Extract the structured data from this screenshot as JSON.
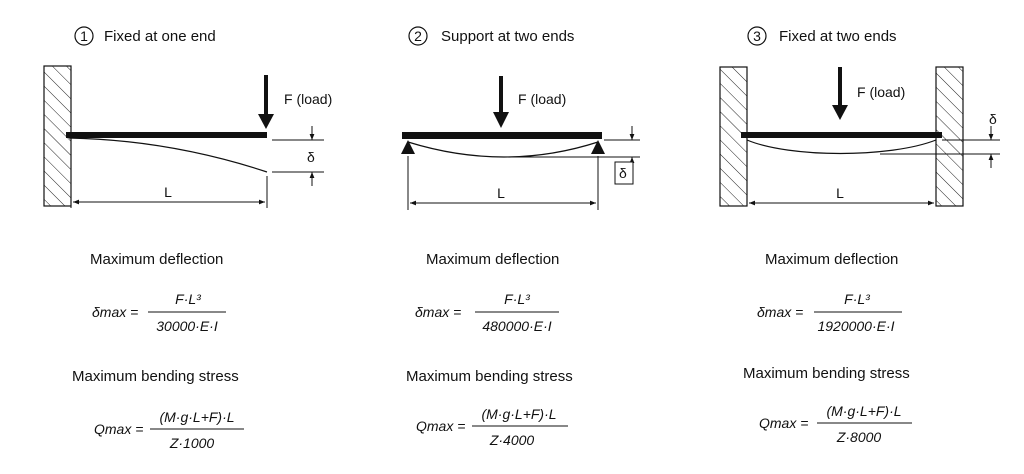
{
  "panels": [
    {
      "number": "1",
      "title": "Fixed at one end",
      "load_label": "F (load)",
      "deflection_symbol": "δ",
      "length_label": "L",
      "deflection_heading": "Maximum deflection",
      "deflection_lhs": "δmax =",
      "deflection_num": "F·L³",
      "deflection_den": "30000·E·I",
      "stress_heading": "Maximum bending stress",
      "stress_lhs": "Qmax =",
      "stress_num": "(M·g·L+F)·L",
      "stress_den": "Z·1000"
    },
    {
      "number": "2",
      "title": "Support at two ends",
      "load_label": "F (load)",
      "deflection_symbol": "δ",
      "length_label": "L",
      "deflection_heading": "Maximum deflection",
      "deflection_lhs": "δmax =",
      "deflection_num": "F·L³",
      "deflection_den": "480000·E·I",
      "stress_heading": "Maximum bending stress",
      "stress_lhs": "Qmax =",
      "stress_num": "(M·g·L+F)·L",
      "stress_den": "Z·4000"
    },
    {
      "number": "3",
      "title": "Fixed at two ends",
      "load_label": "F (load)",
      "deflection_symbol": "δ",
      "length_label": "L",
      "deflection_heading": "Maximum deflection",
      "deflection_lhs": "δmax =",
      "deflection_num": "F·L³",
      "deflection_den": "1920000·E·I",
      "stress_heading": "Maximum bending stress",
      "stress_lhs": "Qmax =",
      "stress_num": "(M·g·L+F)·L",
      "stress_den": "Z·8000"
    }
  ]
}
